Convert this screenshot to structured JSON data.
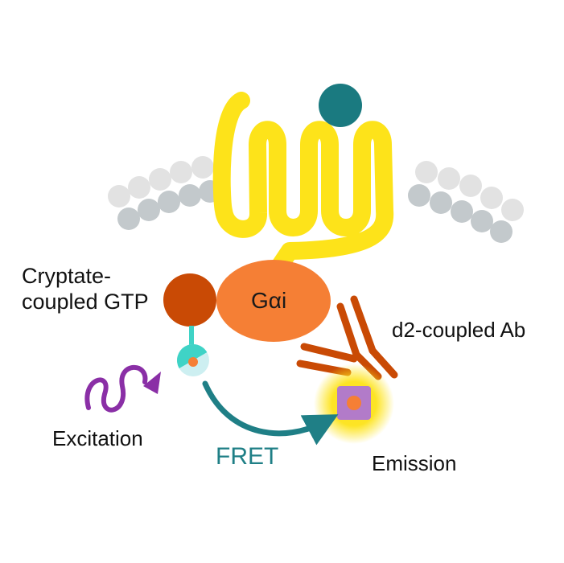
{
  "diagram": {
    "labels": {
      "cryptate_line1": "Cryptate-",
      "cryptate_line2": "coupled GTP",
      "galpha_i": "Gαi",
      "d2_antibody": "d2-coupled Ab",
      "excitation": "Excitation",
      "fret": "FRET",
      "emission": "Emission"
    },
    "colors": {
      "receptor": "#fde31a",
      "ligand": "#1a7a80",
      "membrane_light": "#e2e2e2",
      "membrane_dark": "#c3c9cc",
      "galpha": "#f57f35",
      "gtp": "#c94a05",
      "antibody": "#c94a05",
      "cryptate": "#3fd3c6",
      "fret_arrow": "#1f7f86",
      "excitation_wave": "#8a2fa6",
      "emission_glow": "#fde31a",
      "acceptor": "#b27bc9"
    }
  }
}
